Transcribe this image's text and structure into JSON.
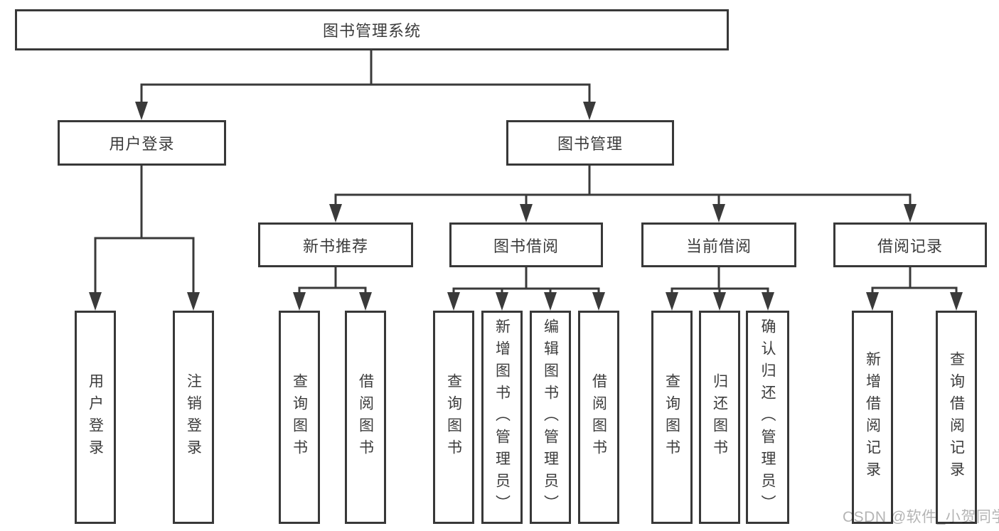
{
  "diagram": {
    "root": {
      "label": "图书管理系统"
    },
    "branches": [
      {
        "label": "用户登录",
        "children": [
          {
            "label": "用户登录"
          },
          {
            "label": "注销登录"
          }
        ]
      },
      {
        "label": "图书管理",
        "children": [
          {
            "label": "新书推荐",
            "children": [
              {
                "label": "查询图书"
              },
              {
                "label": "借阅图书"
              }
            ]
          },
          {
            "label": "图书借阅",
            "children": [
              {
                "label": "查询图书"
              },
              {
                "label": "新增图书（管理员）"
              },
              {
                "label": "编辑图书（管理员）"
              },
              {
                "label": "借阅图书"
              }
            ]
          },
          {
            "label": "当前借阅",
            "children": [
              {
                "label": "查询图书"
              },
              {
                "label": "归还图书"
              },
              {
                "label": "确认归还（管理员）"
              }
            ]
          },
          {
            "label": "借阅记录",
            "children": [
              {
                "label": "新增借阅记录"
              },
              {
                "label": "查询借阅记录"
              }
            ]
          }
        ]
      }
    ]
  },
  "watermark": {
    "text": "CSDN @软件_小贺同学"
  },
  "colors": {
    "line": "#3a3a3a",
    "box_border": "#383838",
    "text": "#3c3c3c",
    "box_bg": "#ffffff",
    "watermark": "#acacac"
  }
}
